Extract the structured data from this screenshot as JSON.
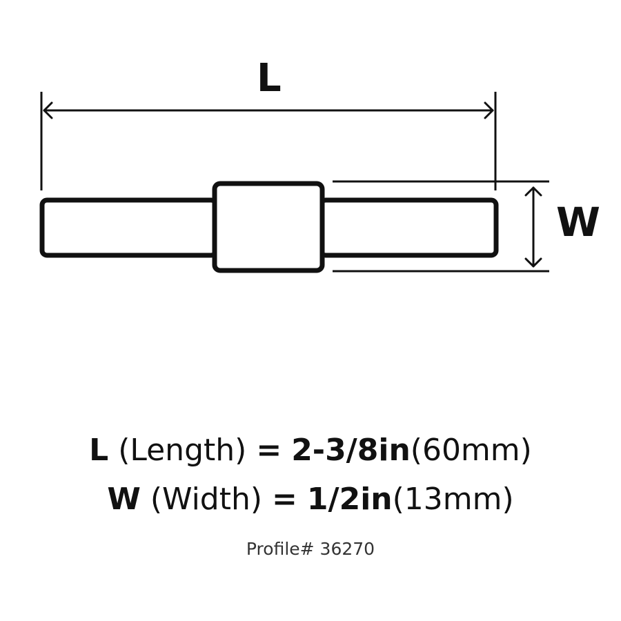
{
  "diagram": {
    "type": "dimension-drawing",
    "subject": "bar cabinet pull (side profile)",
    "dimension_labels": {
      "length": "L",
      "width": "W"
    },
    "colors": {
      "stroke": "#111111",
      "background": "#ffffff"
    }
  },
  "specs": {
    "length": {
      "symbol": "L",
      "name": "(Length)",
      "equals": "=",
      "imperial": "2-3/8in",
      "metric": "(60mm)"
    },
    "width": {
      "symbol": "W",
      "name": "(Width)",
      "equals": "=",
      "imperial": "1/2in",
      "metric": "(13mm)"
    }
  },
  "profile": {
    "label": "Profile# 36270"
  }
}
